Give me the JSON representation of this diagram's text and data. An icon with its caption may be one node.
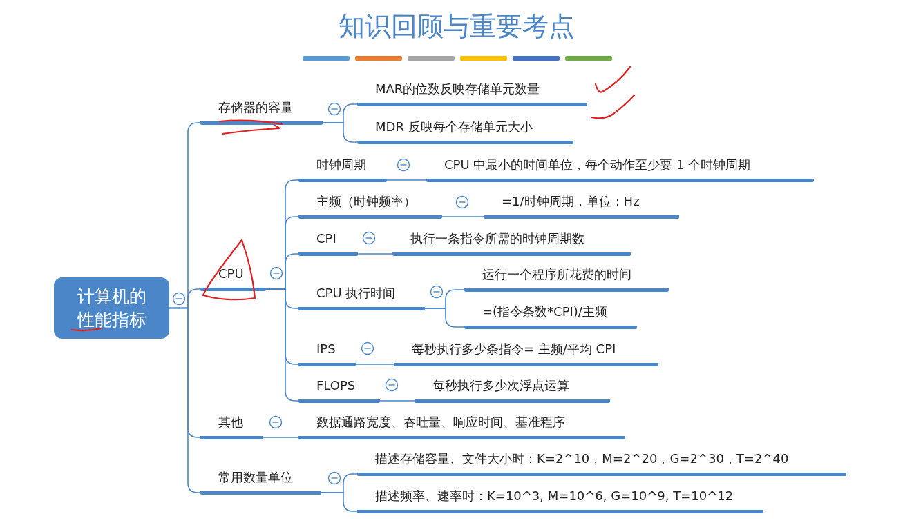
{
  "diagram": {
    "title": "知识回顾与重要考点",
    "nodes": [
      {
        "text": [
          "计算机的性能指标"
        ]
      },
      {
        "text": [
          "存储器的容量"
        ]
      },
      {
        "text": [
          "MAR的位数反映存储单元数量"
        ]
      },
      {
        "text": [
          "MDR 反映每个存储单元大小"
        ]
      },
      {
        "text": [
          "CPU"
        ]
      },
      {
        "text": [
          "时钟周期"
        ]
      },
      {
        "text": [
          "CPU 中最小的时间单位，每个动作至少要 1 个时钟周期"
        ]
      },
      {
        "text": [
          "主频（时钟频率）"
        ]
      },
      {
        "text": [
          "=1/时钟周期，单位：Hz"
        ]
      },
      {
        "text": [
          "CPI"
        ]
      },
      {
        "text": [
          "执行一条指令所需的时钟周期数"
        ]
      },
      {
        "text": [
          "CPU 执行时间"
        ]
      },
      {
        "text": [
          "运行一个程序所花费的时间"
        ]
      },
      {
        "text": [
          "=(指令条数*CPI)/主频"
        ]
      },
      {
        "text": [
          "IPS"
        ]
      },
      {
        "text": [
          "每秒执行多少条指令= 主频/平均 CPI"
        ]
      },
      {
        "text": [
          "FLOPS"
        ]
      },
      {
        "text": [
          "每秒执行多少次浮点运算"
        ]
      },
      {
        "text": [
          "其他"
        ]
      },
      {
        "text": [
          "数据通路宽度、吞吐量、响应时间、基准程序"
        ]
      },
      {
        "text": [
          "常用数量单位"
        ]
      },
      {
        "text": [
          "描述存储容量、文件大小时：K=2^10，M=2^20，G=2^30，T=2^40"
        ]
      },
      {
        "text": [
          "描述频率、速率时：K=10^3, M=10^6, G=10^9, T=10^12"
        ]
      }
    ],
    "edges": [
      {
        "from": 0,
        "to": 1,
        "arrow": "none"
      },
      {
        "from": 0,
        "to": 4,
        "arrow": "none"
      },
      {
        "from": 0,
        "to": 18,
        "arrow": "none"
      },
      {
        "from": 0,
        "to": 20,
        "arrow": "none"
      },
      {
        "from": 1,
        "to": 2,
        "arrow": "none"
      },
      {
        "from": 1,
        "to": 3,
        "arrow": "none"
      },
      {
        "from": 4,
        "to": 5,
        "arrow": "none"
      },
      {
        "from": 4,
        "to": 7,
        "arrow": "none"
      },
      {
        "from": 4,
        "to": 9,
        "arrow": "none"
      },
      {
        "from": 4,
        "to": 11,
        "arrow": "none"
      },
      {
        "from": 4,
        "to": 14,
        "arrow": "none"
      },
      {
        "from": 4,
        "to": 16,
        "arrow": "none"
      },
      {
        "from": 5,
        "to": 6,
        "arrow": "none"
      },
      {
        "from": 7,
        "to": 8,
        "arrow": "none"
      },
      {
        "from": 9,
        "to": 10,
        "arrow": "none"
      },
      {
        "from": 11,
        "to": 12,
        "arrow": "none"
      },
      {
        "from": 11,
        "to": 13,
        "arrow": "none"
      },
      {
        "from": 14,
        "to": 15,
        "arrow": "none"
      },
      {
        "from": 16,
        "to": 17,
        "arrow": "none"
      },
      {
        "from": 18,
        "to": 19,
        "arrow": "none"
      },
      {
        "from": 20,
        "to": 21,
        "arrow": "none"
      },
      {
        "from": 20,
        "to": 22,
        "arrow": "none"
      }
    ]
  }
}
